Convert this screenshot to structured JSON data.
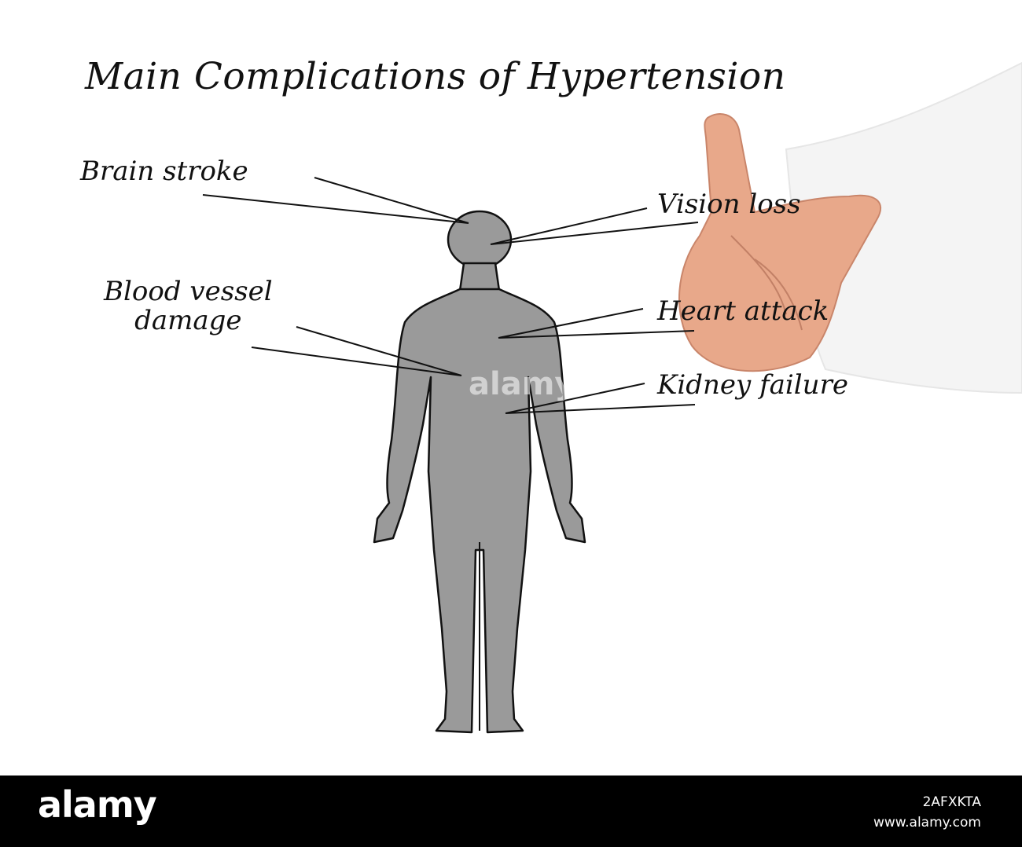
{
  "title": "Main Complications of  Hypertension",
  "labels": {
    "brain_stroke": "Brain stroke",
    "vision_loss": "Vision loss",
    "blood_vessel_line1": "Blood vessel",
    "blood_vessel_line2": "damage",
    "heart_attack": "Heart attack",
    "kidney_failure": "Kidney failure"
  },
  "watermark": "alamy",
  "footer": {
    "brand": "alamy",
    "image_id": "2AFXKTA",
    "url": "www.alamy.com"
  },
  "colors": {
    "body_fill": "#9a9a9a",
    "outline": "#111111",
    "skin": "#e8a88a",
    "sleeve": "#f4f4f4",
    "footer_bg": "#000000"
  }
}
